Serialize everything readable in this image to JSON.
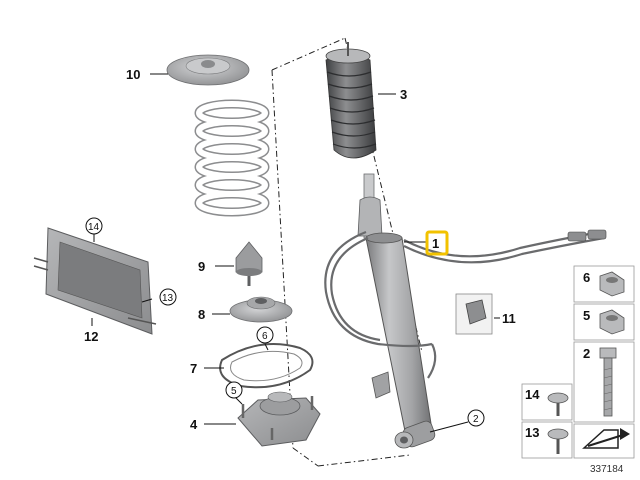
{
  "callouts": {
    "c1": "1",
    "c2": "2",
    "c3": "3",
    "c4": "4",
    "c5": "5",
    "c6": "6",
    "c7": "7",
    "c8": "8",
    "c9": "9",
    "c10": "10",
    "c11": "11",
    "c12": "12",
    "c13": "13",
    "c14": "14"
  },
  "legend": {
    "l6": "6",
    "l5": "5",
    "l2": "2",
    "l14": "14",
    "l13": "13"
  },
  "reference_number": "337184",
  "colors": {
    "highlight": "#f2c200",
    "part_gray": "#a9aaac",
    "dark_gray": "#6d6e70",
    "light_gray": "#d6d7d8"
  }
}
